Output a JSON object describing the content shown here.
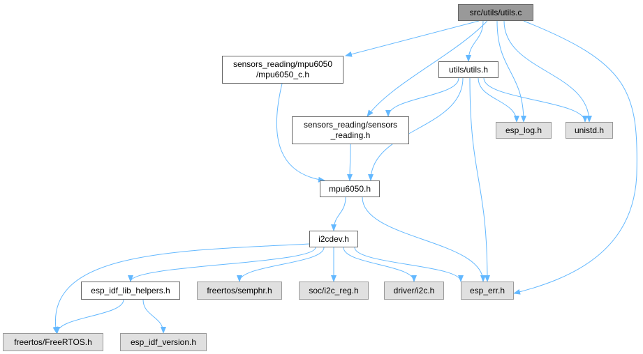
{
  "diagram": {
    "edge_color": "#63b8ff",
    "nodes": [
      {
        "id": "utils_c",
        "label": "src/utils/utils.c",
        "kind": "root"
      },
      {
        "id": "mpu6050_c_h",
        "label": "sensors_reading/mpu6050\n/mpu6050_c.h",
        "kind": "local"
      },
      {
        "id": "utils_h",
        "label": "utils/utils.h",
        "kind": "local"
      },
      {
        "id": "sensors_reading_h",
        "label": "sensors_reading/sensors\n_reading.h",
        "kind": "local"
      },
      {
        "id": "esp_log_h",
        "label": "esp_log.h",
        "kind": "ext"
      },
      {
        "id": "unistd_h",
        "label": "unistd.h",
        "kind": "ext"
      },
      {
        "id": "mpu6050_h",
        "label": "mpu6050.h",
        "kind": "local"
      },
      {
        "id": "i2cdev_h",
        "label": "i2cdev.h",
        "kind": "local"
      },
      {
        "id": "esp_idf_lib_helpers_h",
        "label": "esp_idf_lib_helpers.h",
        "kind": "local"
      },
      {
        "id": "semphr_h",
        "label": "freertos/semphr.h",
        "kind": "ext"
      },
      {
        "id": "i2c_reg_h",
        "label": "soc/i2c_reg.h",
        "kind": "ext"
      },
      {
        "id": "driver_i2c_h",
        "label": "driver/i2c.h",
        "kind": "ext"
      },
      {
        "id": "esp_err_h",
        "label": "esp_err.h",
        "kind": "ext"
      },
      {
        "id": "freertos_h",
        "label": "freertos/FreeRTOS.h",
        "kind": "ext"
      },
      {
        "id": "esp_idf_version_h",
        "label": "esp_idf_version.h",
        "kind": "ext"
      }
    ],
    "edges": [
      {
        "from": "utils_c",
        "to": "mpu6050_c_h"
      },
      {
        "from": "utils_c",
        "to": "utils_h"
      },
      {
        "from": "utils_c",
        "to": "sensors_reading_h"
      },
      {
        "from": "utils_c",
        "to": "esp_log_h"
      },
      {
        "from": "utils_c",
        "to": "unistd_h"
      },
      {
        "from": "utils_c",
        "to": "esp_err_h"
      },
      {
        "from": "mpu6050_c_h",
        "to": "mpu6050_h"
      },
      {
        "from": "utils_h",
        "to": "sensors_reading_h"
      },
      {
        "from": "utils_h",
        "to": "esp_log_h"
      },
      {
        "from": "utils_h",
        "to": "unistd_h"
      },
      {
        "from": "utils_h",
        "to": "mpu6050_h"
      },
      {
        "from": "utils_h",
        "to": "esp_err_h"
      },
      {
        "from": "sensors_reading_h",
        "to": "mpu6050_h"
      },
      {
        "from": "mpu6050_h",
        "to": "i2cdev_h"
      },
      {
        "from": "mpu6050_h",
        "to": "esp_err_h"
      },
      {
        "from": "i2cdev_h",
        "to": "freertos_h"
      },
      {
        "from": "i2cdev_h",
        "to": "esp_idf_lib_helpers_h"
      },
      {
        "from": "i2cdev_h",
        "to": "semphr_h"
      },
      {
        "from": "i2cdev_h",
        "to": "i2c_reg_h"
      },
      {
        "from": "i2cdev_h",
        "to": "driver_i2c_h"
      },
      {
        "from": "i2cdev_h",
        "to": "esp_err_h"
      },
      {
        "from": "esp_idf_lib_helpers_h",
        "to": "freertos_h"
      },
      {
        "from": "esp_idf_lib_helpers_h",
        "to": "esp_idf_version_h"
      }
    ]
  }
}
